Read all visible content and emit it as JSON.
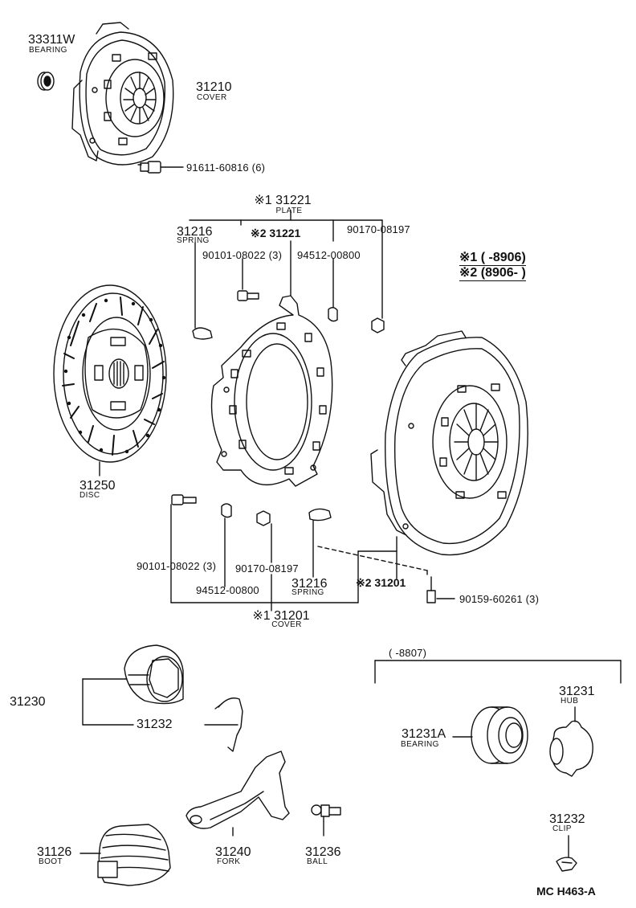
{
  "labels": {
    "bearing_top_pn": "33311W",
    "bearing_top_nm": "BEARING",
    "cover_top_pn": "31210",
    "cover_top_nm": "COVER",
    "bolt_top": "91611-60816 (6)",
    "plate_k1_pn": "※1 31221",
    "plate_nm": "PLATE",
    "spring_top_pn": "31216",
    "spring_top_nm": "SPRING",
    "plate_k2_pn": "※2 31221",
    "pn_90170_top": "90170-08197",
    "pn_90101_top": "90101-08022 (3)",
    "pn_94512_top": "94512-00800",
    "legend_k1": "※1 (        -8906)",
    "legend_k2": "※2 (8906-          )",
    "disc_pn": "31250",
    "disc_nm": "DISC",
    "pn_90101_bot": "90101-08022 (3)",
    "pn_90170_bot": "90170-08197",
    "pn_94512_bot": "94512-00800",
    "spring_bot_pn": "31216",
    "spring_bot_nm": "SPRING",
    "cover_k2_pn": "※2 31201",
    "bolt_bot": "90159-60261 (3)",
    "cover_k1_pn": "※1 31201",
    "cover_k1_nm": "COVER",
    "range_8807": "(          -8807)",
    "release_pn": "31230",
    "clip_mid_pn": "31232",
    "hub_pn": "31231",
    "hub_nm": "HUB",
    "bearing_a_pn": "31231A",
    "bearing_a_nm": "BEARING",
    "clip_br_pn": "31232",
    "clip_br_nm": "CLIP",
    "boot_pn": "31126",
    "boot_nm": "BOOT",
    "fork_pn": "31240",
    "fork_nm": "FORK",
    "ball_pn": "31236",
    "ball_nm": "BALL",
    "figure_ref": "MC H463-A"
  }
}
